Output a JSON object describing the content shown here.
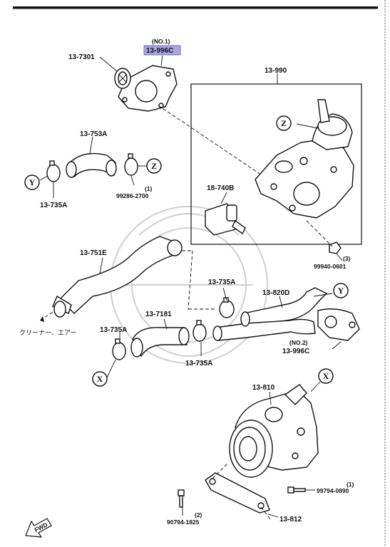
{
  "labels": {
    "p7301": "13-7301",
    "no1": "(NO.1)",
    "p996c_highlight": "13-996C",
    "p990": "13-990",
    "p753a": "13-753A",
    "p735a_1": "13-735A",
    "p99286": "99286-2700",
    "p99286_qty": "(1)",
    "p740b": "18-740B",
    "p99940": "99940-0601",
    "p99940_qty": "(3)",
    "p751e": "13-751E",
    "p735a_2": "13-735A",
    "p820d": "13-820D",
    "p7181": "13-7181",
    "p735a_3": "13-735A",
    "p735a_4": "13-735A",
    "no2": "(NO.2)",
    "p996c": "13-996C",
    "p810": "13-810",
    "p99794": "99794-0890",
    "p99794_qty": "(1)",
    "p90794": "90794-1825",
    "p90794_qty": "(2)",
    "p812": "13-812",
    "cleaner": "クリーナー、エアー",
    "fwd": "FWD"
  },
  "callouts": {
    "z1": "Z",
    "z2": "Z",
    "y1": "Y",
    "y2": "Y",
    "x1": "X",
    "x2": "X"
  },
  "colors": {
    "highlight": "#a9a6e3",
    "ink": "#111111"
  }
}
